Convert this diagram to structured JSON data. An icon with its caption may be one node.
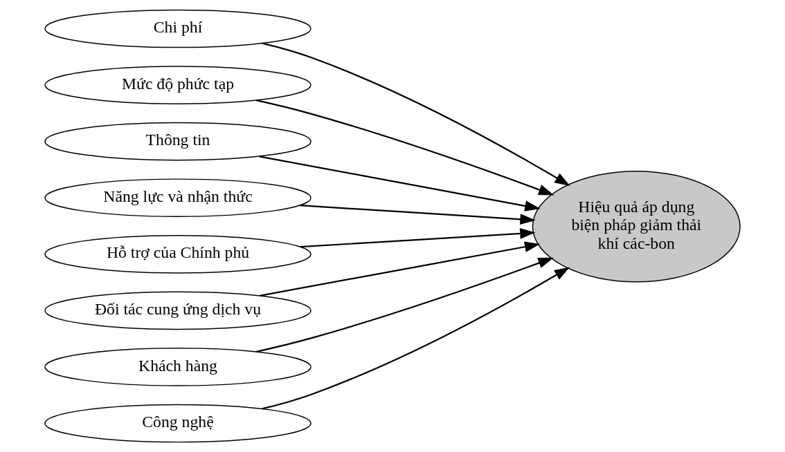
{
  "diagram": {
    "nodes": [
      {
        "text": [
          "Chi phí"
        ]
      },
      {
        "text": [
          "Mức độ phức tạp"
        ]
      },
      {
        "text": [
          "Thông tin"
        ]
      },
      {
        "text": [
          "Năng lực và nhận thức"
        ]
      },
      {
        "text": [
          "Hỗ trợ của Chính phủ"
        ]
      },
      {
        "text": [
          "Đối tác cung ứng dịch vụ"
        ]
      },
      {
        "text": [
          "Khách hàng"
        ]
      },
      {
        "text": [
          "Công nghệ"
        ]
      },
      {
        "text": [
          "Hiệu quả áp dụng biện pháp giảm thải khí các-bon"
        ]
      }
    ],
    "edges": [
      {
        "from": 0,
        "to": 8,
        "arrow": "to"
      },
      {
        "from": 1,
        "to": 8,
        "arrow": "to"
      },
      {
        "from": 2,
        "to": 8,
        "arrow": "to"
      },
      {
        "from": 3,
        "to": 8,
        "arrow": "to"
      },
      {
        "from": 4,
        "to": 8,
        "arrow": "to"
      },
      {
        "from": 5,
        "to": 8,
        "arrow": "to"
      },
      {
        "from": 6,
        "to": 8,
        "arrow": "to"
      },
      {
        "from": 7,
        "to": 8,
        "arrow": "to"
      }
    ]
  }
}
